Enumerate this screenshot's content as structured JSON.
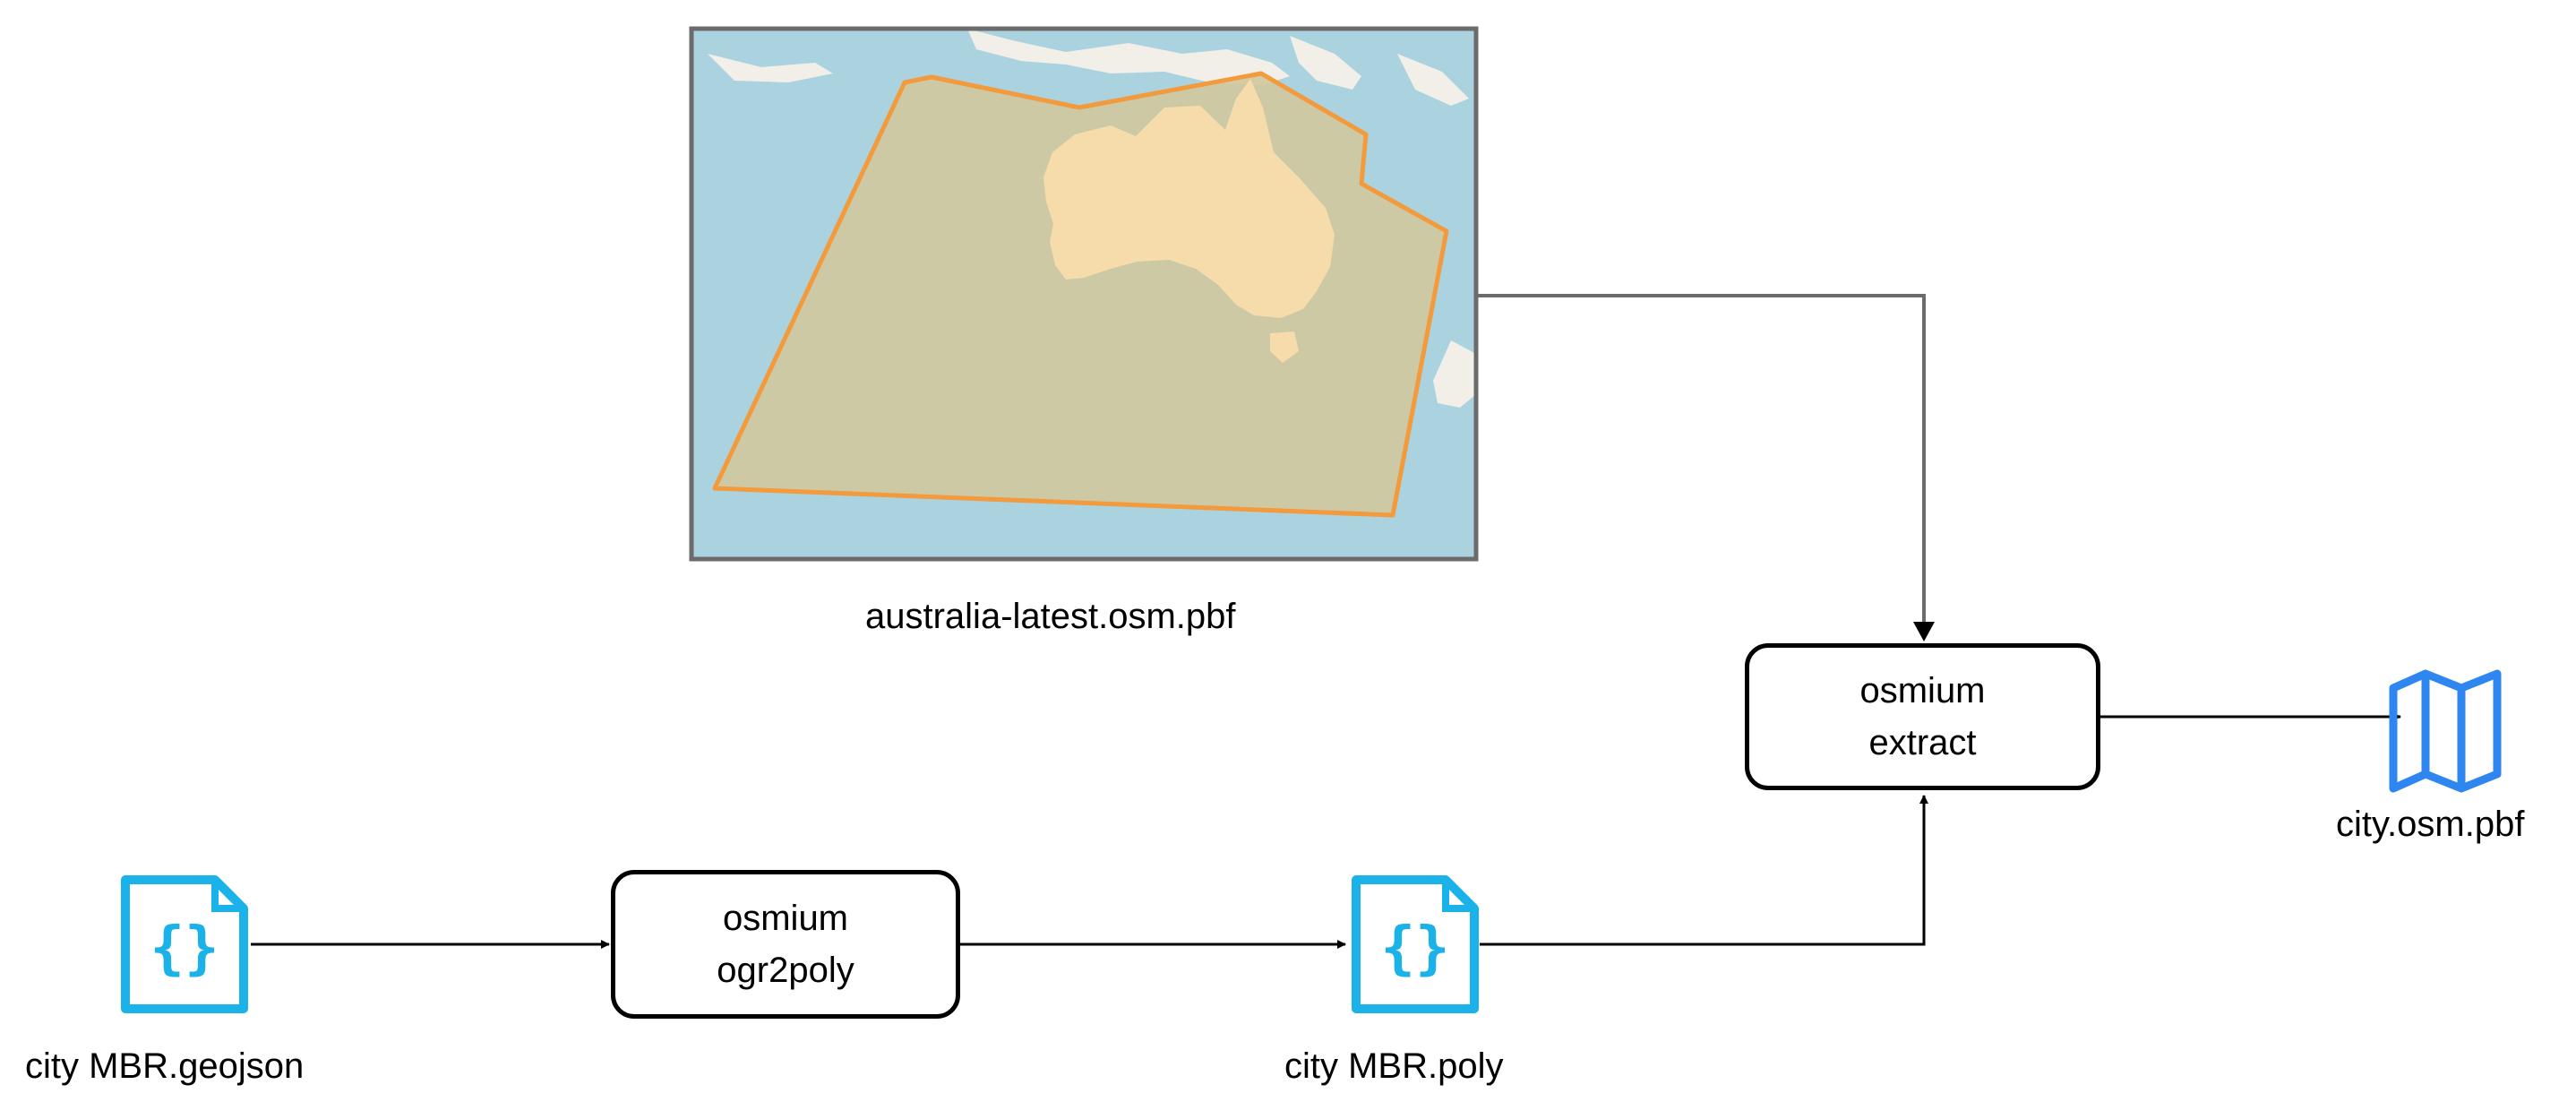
{
  "map": {
    "caption": "australia-latest.osm.pbf",
    "ocean_color": "#aad3df",
    "land_color": "#f5dcaa",
    "extract_fill": "#d2c89e",
    "extract_stroke": "#f39a3c",
    "frame_color": "#6b6b6b"
  },
  "nodes": {
    "extract": {
      "line1": "osmium",
      "line2": "extract"
    },
    "ogr2poly": {
      "line1": "osmium",
      "line2": "ogr2poly"
    }
  },
  "files": {
    "geojson": {
      "label": "city MBR.geojson",
      "icon": "json-file-icon"
    },
    "poly": {
      "label": "city MBR.poly",
      "icon": "json-file-icon"
    },
    "output": {
      "label": "city.osm.pbf",
      "icon": "map-icon"
    }
  },
  "colors": {
    "file_icon": "#1ab2e8",
    "map_icon": "#2f86f0",
    "edge": "#000000",
    "edge_gray": "#6b6b6b"
  }
}
